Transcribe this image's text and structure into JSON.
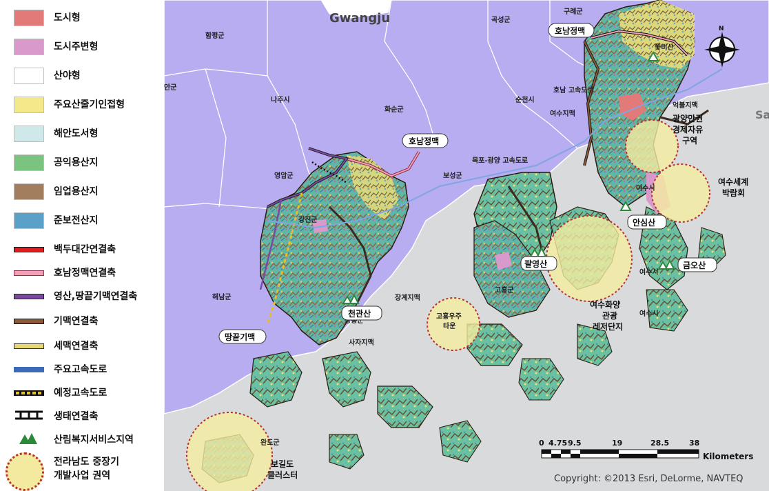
{
  "legend": {
    "items": [
      {
        "label": "도시형",
        "kind": "swatch",
        "color": "#e37a7a"
      },
      {
        "label": "도시주변형",
        "kind": "swatch",
        "color": "#d99acb"
      },
      {
        "label": "산야형",
        "kind": "swatch",
        "color": "#ffffff"
      },
      {
        "label": "주요산줄기인접형",
        "kind": "swatch",
        "color": "#f3e88a"
      },
      {
        "label": "해안도서형",
        "kind": "swatch",
        "color": "#cfe8ea"
      },
      {
        "label": "공익용산지",
        "kind": "swatch",
        "color": "#7ac480"
      },
      {
        "label": "임업용산지",
        "kind": "swatch",
        "color": "#a27d5e"
      },
      {
        "label": "준보전산지",
        "kind": "swatch",
        "color": "#5aa0c8"
      },
      {
        "label": "백두대간연결축",
        "kind": "line",
        "color": "#e02020",
        "edge": "#111"
      },
      {
        "label": "호남정맥연결축",
        "kind": "line",
        "color": "#f4a0b4",
        "edge": "#8a3050"
      },
      {
        "label": "영산,땅끝기맥연결축",
        "kind": "line",
        "color": "#7a4aa0",
        "edge": "#222"
      },
      {
        "label": "기맥연결축",
        "kind": "line",
        "color": "#8a5a3a",
        "edge": "#111"
      },
      {
        "label": "세맥연결축",
        "kind": "line",
        "color": "#e8d870",
        "edge": "#333"
      },
      {
        "label": "주요고속도로",
        "kind": "line",
        "color": "#3a6ab8",
        "edge": "#3a6ab8"
      },
      {
        "label": "예정고속도로",
        "kind": "dashed",
        "color": "#e8c020",
        "edge": "#111"
      },
      {
        "label": "생태연결축",
        "kind": "ladder",
        "color": "#111",
        "edge": "#111"
      },
      {
        "label": "산림복지서비스지역",
        "kind": "mountain",
        "color": "#2a8a3a",
        "edge": "#2a8a3a"
      },
      {
        "label": "전라남도 중장기\n개발사업 권역",
        "kind": "circle",
        "color": "#f3eaa0",
        "edge": "#b83030"
      }
    ]
  },
  "map": {
    "colors": {
      "land": "#b7adf0",
      "sea": "#d8dadc",
      "forest": "#5fb7a8",
      "ridge": "#3a2a20",
      "highway": "#7fa6e0",
      "zone_fill": "#f5eca0",
      "zone_edge": "#b83030"
    },
    "regions": {
      "gwangju": "Gwangju",
      "hampyeong": "함평군",
      "gurye": "구례군",
      "gokseong": "곡성군",
      "naju": "나주시",
      "hwasun": "화순군",
      "suncheon": "순천시",
      "yeongam": "영암군",
      "boseong": "보성군",
      "gangjin": "강진군",
      "haenam": "해남군",
      "wando": "완도군",
      "yeosu1": "여수시",
      "yeosu2": "여수시",
      "goheung": "고흥군",
      "jangheung": "장흥군",
      "ancheon": "안군"
    },
    "features": {
      "honam_top": "호남정맥",
      "honam_mid": "호남정맥",
      "ttangkkeut": "땅끝기맥",
      "yeosu_jimaek": "여수지맥",
      "eokbul": "억불지맥",
      "janggye": "장계지맥",
      "saja": "사자지맥",
      "honam_hwy": "호남 고속도로",
      "mokpo_hwy": "목포-광양 고속도로"
    },
    "mountains": {
      "jjokbi": "쫓비산",
      "cheongwan": "천관산",
      "palyeong": "팔영산",
      "ansim": "안심산",
      "geumo": "금오산"
    },
    "zones": {
      "gwangyang": "광양만권\n경제자유\n구역",
      "expo": "여수세계\n박람회",
      "yeosu_hwayang": "여수화양\n관광\n레저단지",
      "goheung_town": "고흥우주\n타운",
      "bogildo": "보길도\n클러스터",
      "expo_ghost": "여수시"
    },
    "scale": {
      "ticks": [
        "0",
        "4.75",
        "9.5",
        "19",
        "28.5",
        "38"
      ],
      "unit": "Kilometers"
    },
    "copyright": "Copyright: ©2013 Esri, DeLorme, NAVTEQ",
    "sa": "Sa"
  }
}
